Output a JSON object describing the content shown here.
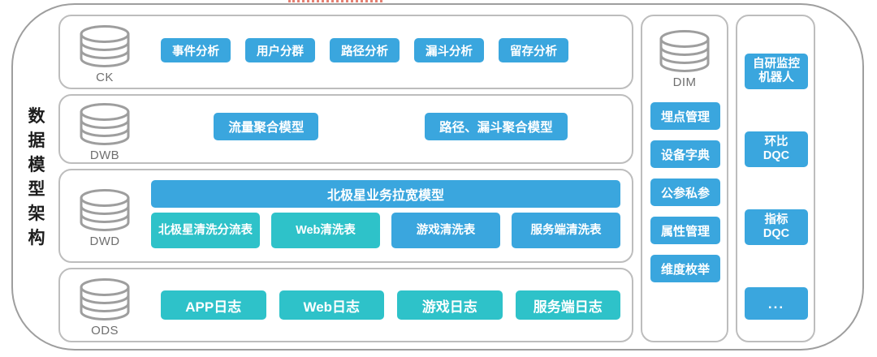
{
  "diagram": {
    "title": "数据模型架构",
    "title_chars": [
      "数",
      "据",
      "模",
      "型",
      "架",
      "构"
    ],
    "colors": {
      "blue": "#3aa6de",
      "teal": "#2ec2c9",
      "border": "#bdbdbd",
      "outer_border": "#9e9e9e",
      "label_gray": "#6f6f6f",
      "dotted_red": "#e06a5a"
    }
  },
  "layers": [
    {
      "id": "ck",
      "db_label": "CK",
      "chips": [
        {
          "label": "事件分析",
          "color": "blue"
        },
        {
          "label": "用户分群",
          "color": "blue"
        },
        {
          "label": "路径分析",
          "color": "blue"
        },
        {
          "label": "漏斗分析",
          "color": "blue"
        },
        {
          "label": "留存分析",
          "color": "blue"
        }
      ]
    },
    {
      "id": "dwb",
      "db_label": "DWB",
      "chips": [
        {
          "label": "流量聚合模型",
          "color": "blue"
        },
        {
          "label": "路径、漏斗聚合模型",
          "color": "blue"
        }
      ]
    },
    {
      "id": "dwd",
      "db_label": "DWD",
      "wide_chip": {
        "label": "北极星业务拉宽模型",
        "color": "blue"
      },
      "chips": [
        {
          "label": "北极星清洗分流表",
          "color": "teal"
        },
        {
          "label": "Web清洗表",
          "color": "teal"
        },
        {
          "label": "游戏清洗表",
          "color": "blue"
        },
        {
          "label": "服务端清洗表",
          "color": "blue"
        }
      ]
    },
    {
      "id": "ods",
      "db_label": "ODS",
      "chips": [
        {
          "label": "APP日志",
          "color": "teal"
        },
        {
          "label": "Web日志",
          "color": "teal"
        },
        {
          "label": "游戏日志",
          "color": "teal"
        },
        {
          "label": "服务端日志",
          "color": "teal"
        }
      ]
    }
  ],
  "dim_column": {
    "db_label": "DIM",
    "chips": [
      {
        "label": "埋点管理",
        "color": "blue"
      },
      {
        "label": "设备字典",
        "color": "blue"
      },
      {
        "label": "公参私参",
        "color": "blue"
      },
      {
        "label": "属性管理",
        "color": "blue"
      },
      {
        "label": "维度枚举",
        "color": "blue"
      }
    ]
  },
  "monitor_column": {
    "chips": [
      {
        "line1": "自研监控",
        "line2": "机器人",
        "color": "blue"
      },
      {
        "line1": "环比",
        "line2": "DQC",
        "color": "blue"
      },
      {
        "line1": "指标",
        "line2": "DQC",
        "color": "blue"
      },
      {
        "line1": "...",
        "line2": "",
        "color": "blue"
      }
    ]
  }
}
